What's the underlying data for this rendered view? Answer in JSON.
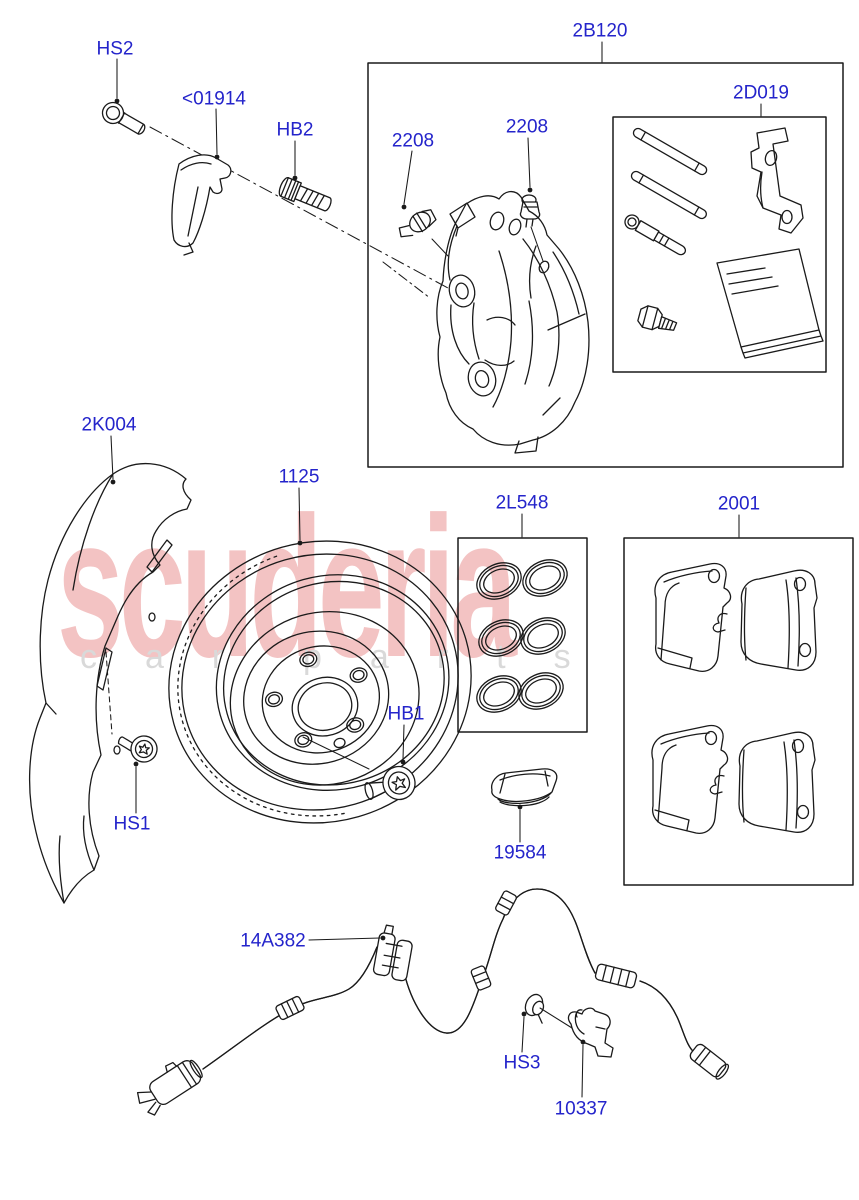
{
  "watermark": {
    "brand": "scuderia",
    "tagline_word1": "car",
    "tagline_word2": "parts"
  },
  "colors": {
    "label_blue": "#2424cb",
    "line_black": "#1a1a1a",
    "watermark_pink": "#f3c3c3",
    "watermark_gray": "#d9d9d9",
    "flag_gray": "#e3e3e3",
    "background": "#ffffff"
  },
  "labels": {
    "hs2": "HS2",
    "pad_clip": "<01914",
    "hb2": "HB2",
    "caliper_kit": "2B120",
    "sensor_left": "2208",
    "sensor_right": "2208",
    "hardware_kit": "2D019",
    "splash_shield": "2K004",
    "brake_disc": "1125",
    "seal_kit": "2L548",
    "pad_set": "2001",
    "hb1": "HB1",
    "hs1": "HS1",
    "grease_sachet": "19584",
    "abs_sensor_wire": "14A382",
    "hs3": "HS3",
    "sensor_bracket": "10337"
  }
}
